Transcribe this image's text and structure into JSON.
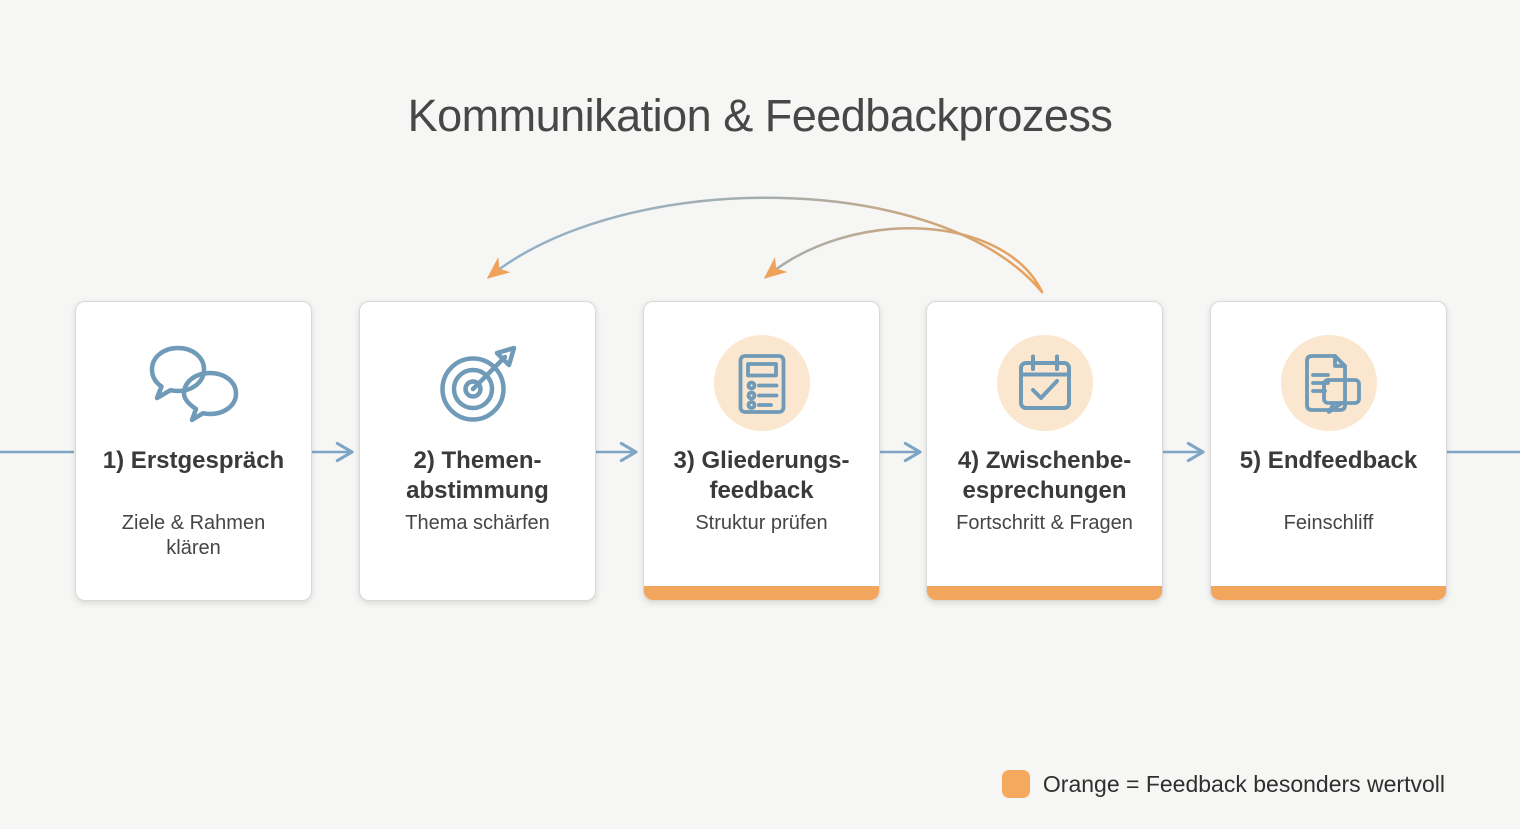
{
  "title": "Kommunikation & Feedbackprozess",
  "steps": [
    {
      "heading": "1) Erstgespräch",
      "subtitle": "Ziele & Rahmen\nklären",
      "icon": "chat-bubbles-icon",
      "highlighted": false
    },
    {
      "heading": "2) Themen-\nabstimmung",
      "subtitle": "Thema schärfen",
      "icon": "target-dart-icon",
      "highlighted": false
    },
    {
      "heading": "3) Gliederungs-\nfeedback",
      "subtitle": "Struktur prüfen",
      "icon": "document-list-icon",
      "highlighted": true
    },
    {
      "heading": "4) Zwischenbe-\nesprechungen",
      "subtitle": "Fortschritt & Fragen",
      "icon": "calendar-check-icon",
      "highlighted": true
    },
    {
      "heading": "5) Endfeedback",
      "subtitle": "Feinschliff",
      "icon": "document-comment-icon",
      "highlighted": true
    }
  ],
  "feedback_arrows": [
    {
      "from": "4) Zwischenbe-esprechungen",
      "to": "2) Themen-abstimmung"
    },
    {
      "from": "4) Zwischenbe-esprechungen",
      "to": "3) Gliederungs-feedback"
    }
  ],
  "legend": {
    "label": "Orange = Feedback besonders wertvoll",
    "swatch_color": "#F5A95E"
  },
  "colors": {
    "background": "#F6F6F4",
    "accent_orange": "#F2A55C",
    "peach_circle": "#FBE7CF",
    "connector_blue": "#7FA5C6",
    "icon_blue": "#6F9AB8",
    "arc_gradient_start": "#8FB1CC",
    "arc_gradient_end": "#EDA158",
    "title_text": "#474747",
    "heading_text": "#3A3A3A"
  }
}
